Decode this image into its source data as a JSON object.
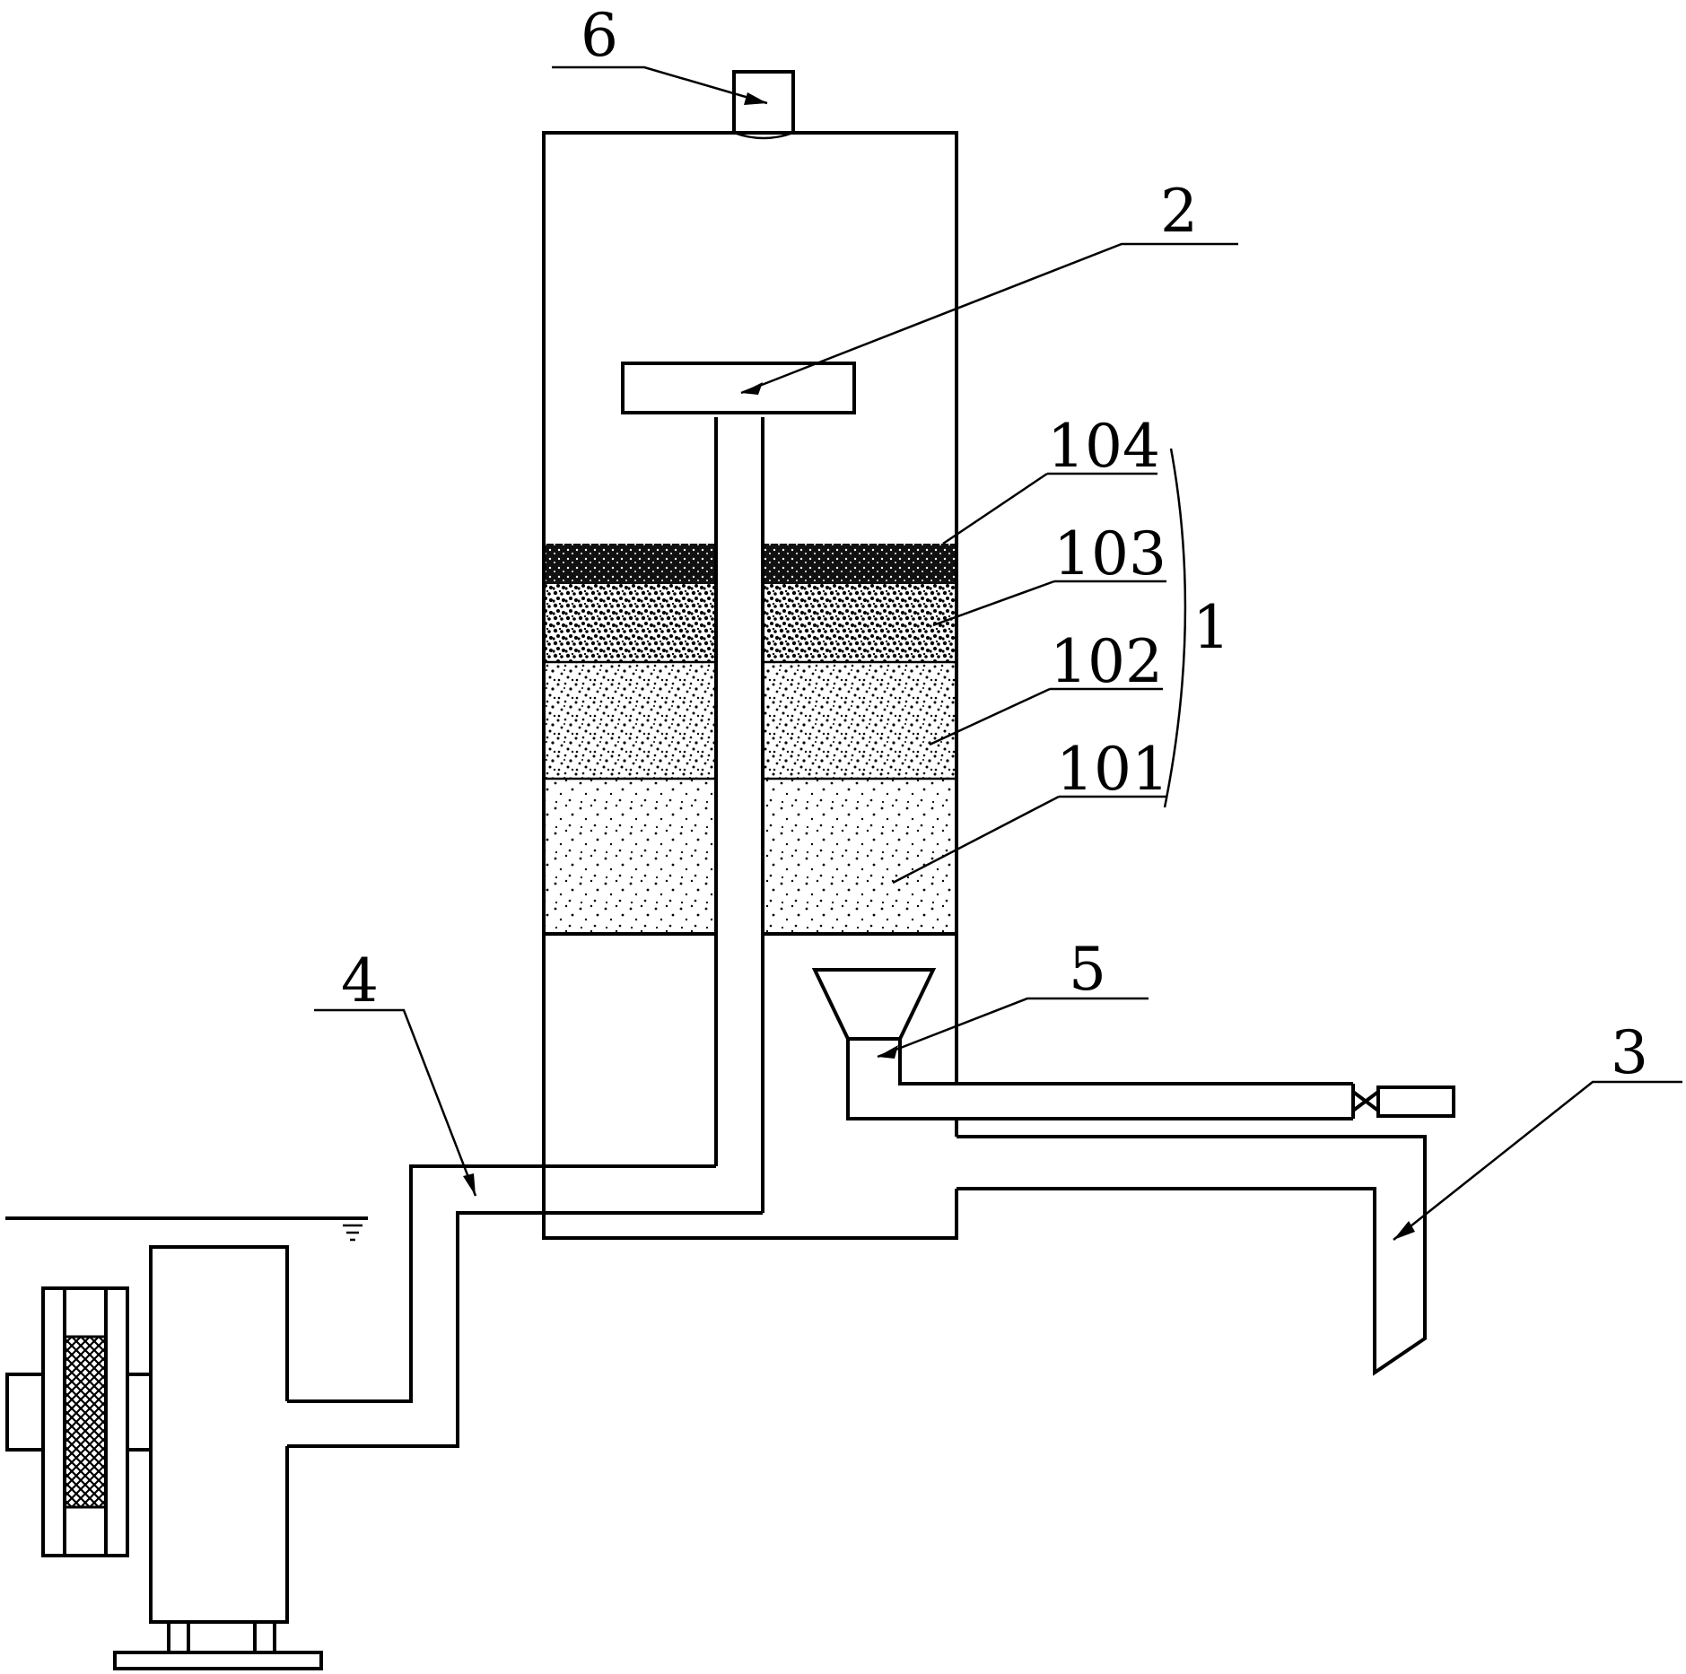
{
  "labels": {
    "l6": "6",
    "l2": "2",
    "l104": "104",
    "l103": "103",
    "l102": "102",
    "l101": "101",
    "l1": "1",
    "l5": "5",
    "l4": "4",
    "l3": "3"
  },
  "icons": {
    "water_level": "water-level-symbol",
    "valve": "valve-icon"
  }
}
